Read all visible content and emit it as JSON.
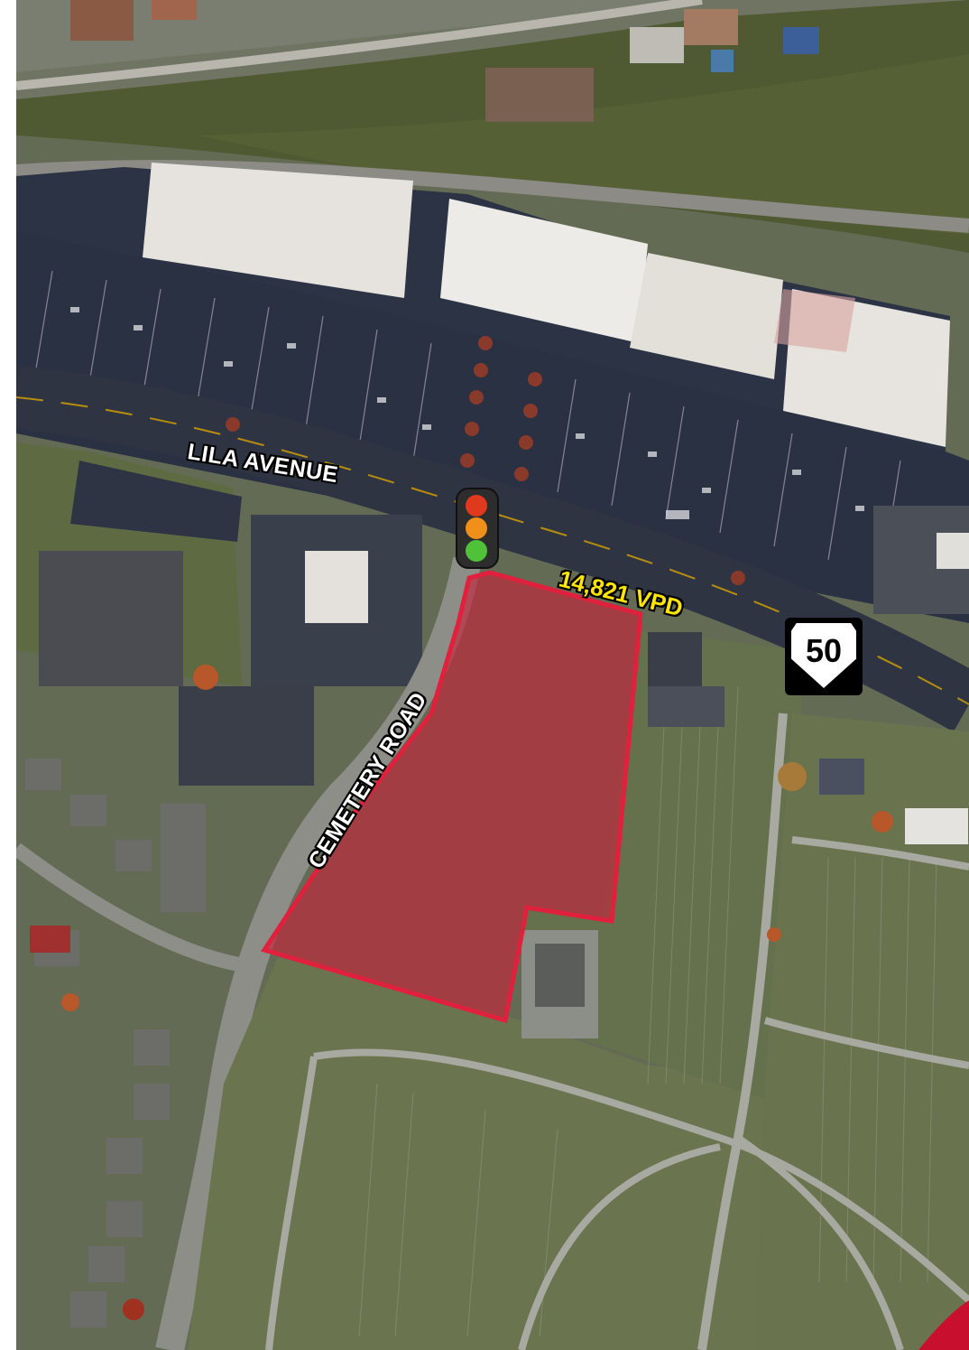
{
  "labels": {
    "street_top": "LILA AVENUE",
    "street_left": "CEMETERY ROAD",
    "traffic_count": "14,821 VPD",
    "route_number": "50"
  },
  "icons": {
    "traffic_light": "traffic-light-icon",
    "route_shield": "us-route-shield-icon"
  },
  "colors": {
    "parcel_outline": "#e0203c",
    "parcel_fill": "#c0283c",
    "label_text": "#ffffff",
    "traffic_count_text": "#ffe600",
    "accent_corner": "#c8102e"
  }
}
